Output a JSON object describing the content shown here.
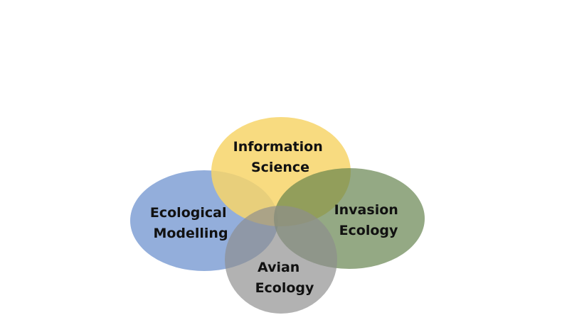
{
  "diagram": {
    "type": "venn",
    "sets": [
      {
        "id": "information-science",
        "lines": [
          "Information",
          "Science"
        ],
        "color": "#F7D56A",
        "opacity": 0.85
      },
      {
        "id": "ecological-modelling",
        "lines": [
          "Ecological",
          "Modelling"
        ],
        "color": "#6F93CF",
        "opacity": 0.75
      },
      {
        "id": "invasion-ecology",
        "lines": [
          "Invasion",
          "Ecology"
        ],
        "color": "#62804A",
        "opacity": 0.68
      },
      {
        "id": "avian-ecology",
        "lines": [
          "Avian",
          "Ecology"
        ],
        "color": "#8E8E8E",
        "opacity": 0.68
      }
    ]
  }
}
